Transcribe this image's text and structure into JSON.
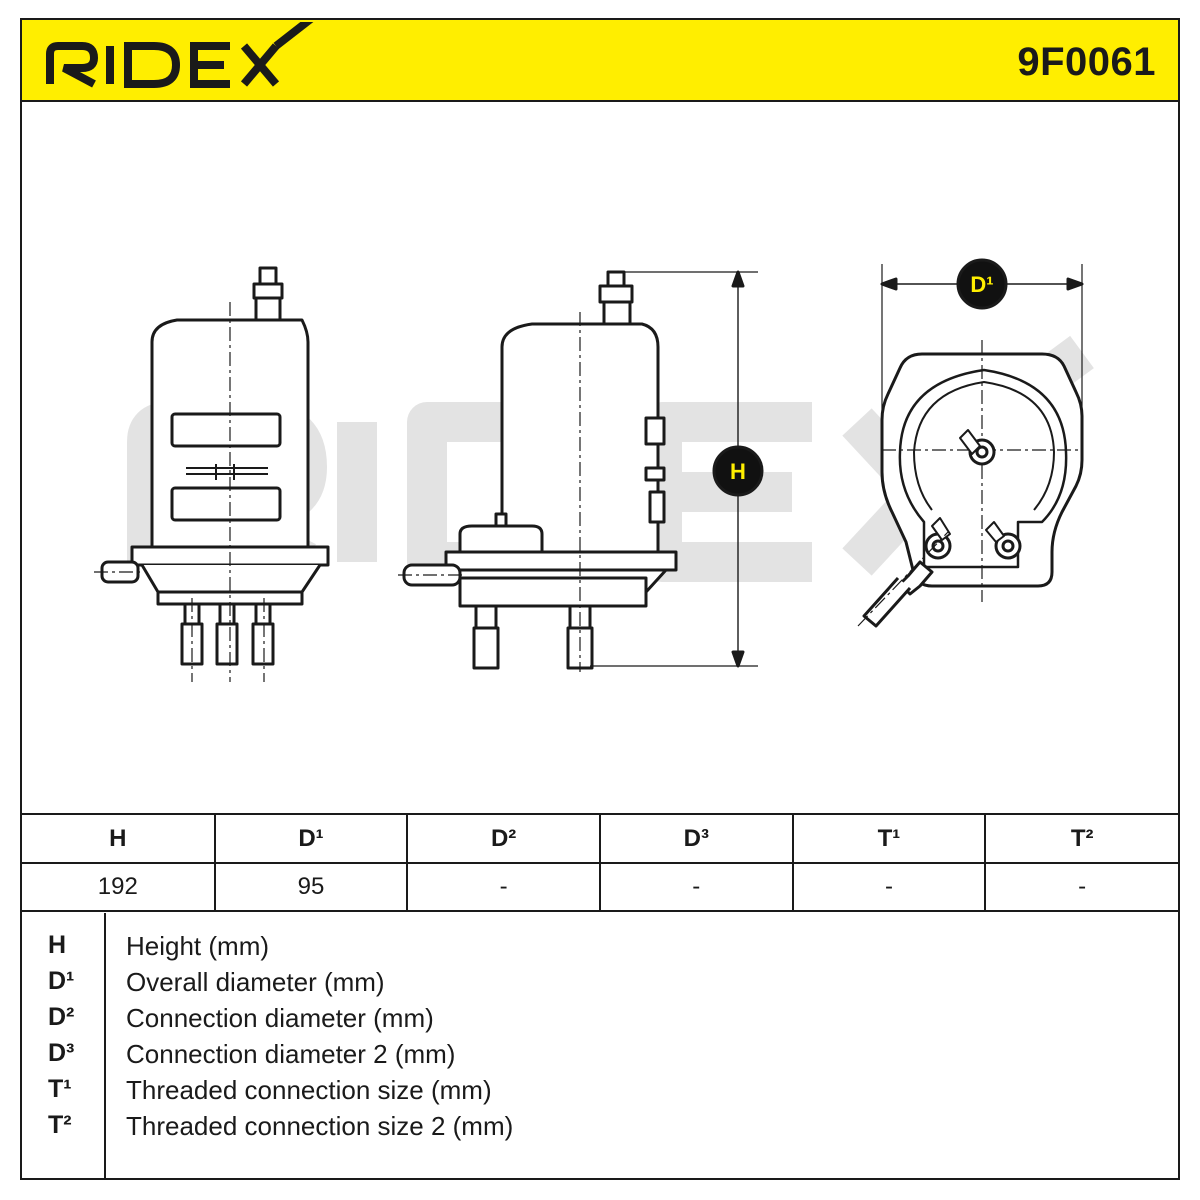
{
  "header": {
    "brand": "RIDEX",
    "part_number": "9F0061",
    "accent_color": "#ffee00"
  },
  "drawing": {
    "watermark": "RIDEX",
    "dimension_labels": {
      "height": "H",
      "diameter": "D¹"
    }
  },
  "dimensions_table": {
    "headers": [
      "H",
      "D¹",
      "D²",
      "D³",
      "T¹",
      "T²"
    ],
    "values": [
      "192",
      "95",
      "-",
      "-",
      "-",
      "-"
    ]
  },
  "legend": [
    {
      "symbol": "H",
      "description": "Height (mm)"
    },
    {
      "symbol": "D¹",
      "description": "Overall diameter (mm)"
    },
    {
      "symbol": "D²",
      "description": "Connection diameter (mm)"
    },
    {
      "symbol": "D³",
      "description": "Connection diameter 2 (mm)"
    },
    {
      "symbol": "T¹",
      "description": "Threaded connection size (mm)"
    },
    {
      "symbol": "T²",
      "description": "Threaded connection size 2 (mm)"
    }
  ]
}
